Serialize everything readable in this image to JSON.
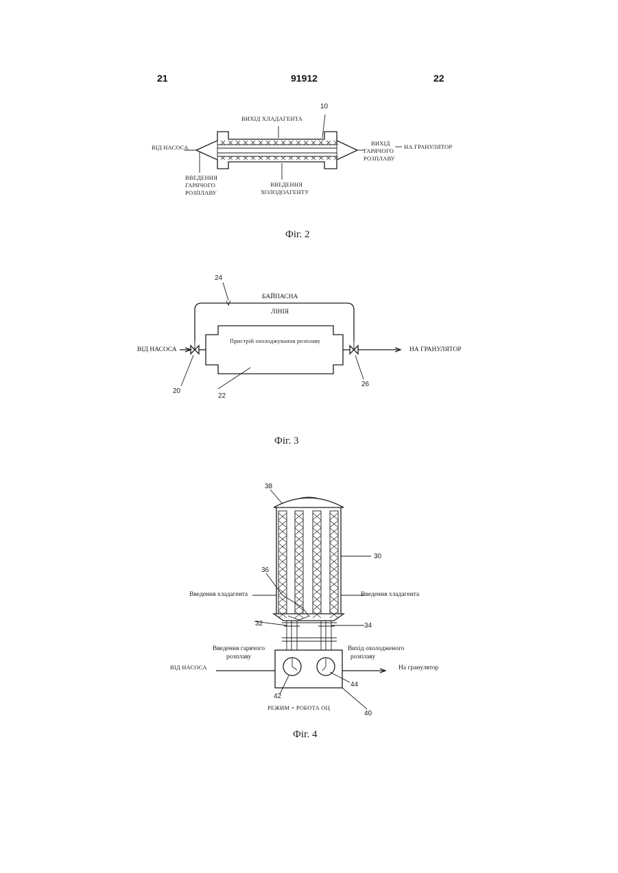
{
  "header": {
    "left_page": "21",
    "patent_number": "91912",
    "right_page": "22"
  },
  "fig2": {
    "caption": "Фіг. 2",
    "ref_10": "10",
    "coolant_out": "ВИХІД ХЛАДАГЕНТА",
    "from_pump": "ВІД НАСОСА",
    "melt_out": [
      "ВИХІД",
      "ГАРЯЧОГО",
      "РОЗПЛАВУ"
    ],
    "to_granulator": "НА ГРАНУЛЯТОР",
    "melt_in": [
      "ВВЕДЕННЯ",
      "ГАРЯЧОГО",
      "РОЗПЛАВУ"
    ],
    "coolant_in": [
      "ВВЕДЕННЯ",
      "ХОЛОДОАГЕНТУ"
    ]
  },
  "fig3": {
    "caption": "Фіг. 3",
    "ref_24": "24",
    "bypass": [
      "БАЙПАСНА",
      "ЛІНІЯ"
    ],
    "device": "Пристрій охолоджування розплаву",
    "from_pump": "ВІД НАСОСА",
    "to_granulator": "НА ГРАНУЛЯТОР",
    "ref_20": "20",
    "ref_22": "22",
    "ref_26": "26"
  },
  "fig4": {
    "caption": "Фіг. 4",
    "ref_38": "38",
    "ref_30": "30",
    "ref_36": "36",
    "coolant_in_left": "Введення хладагента",
    "coolant_in_right": "Введення хладагента",
    "ref_32": "32",
    "ref_34": "34",
    "melt_in": [
      "Введення гарячого",
      "розплаву"
    ],
    "cooled_out": [
      "Вихід охолодженого",
      "розплаву"
    ],
    "from_pump": "ВІД НАСОСА",
    "to_granulator": "На гранулятор",
    "ref_42": "42",
    "ref_44": "44",
    "mode": "РЕЖИМ = РОБОТА ОЦ",
    "ref_40": "40"
  }
}
